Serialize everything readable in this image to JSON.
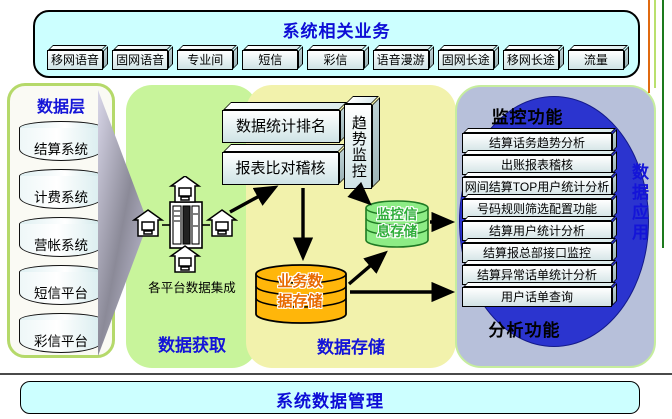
{
  "top_banner": {
    "title": "系统相关业务",
    "services": [
      "移网语音",
      "固网语音",
      "专业间",
      "短信",
      "彩信",
      "语音漫游",
      "固网长途",
      "移网长途",
      "流量"
    ]
  },
  "data_layer": {
    "title": "数据层",
    "systems": [
      "结算系统",
      "计费系统",
      "营帐系统",
      "短信平台",
      "彩信平台"
    ]
  },
  "acquisition": {
    "title": "数据获取",
    "integration_label": "各平台数据集成"
  },
  "storage": {
    "title": "数据存储",
    "rank_box": "数据统计排名",
    "audit_box": "报表比对稽核",
    "trend_box": "趋势监控",
    "monitor_store": "监控信息存储",
    "business_store": "业务数据存储"
  },
  "application": {
    "vertical_label": "数据应用",
    "monitor_title": "监控功能",
    "analysis_title": "分析功能",
    "functions": [
      "结算话务趋势分析",
      "出账报表稽核",
      "网间结算TOP用户统计分析",
      "号码规则筛选配置功能",
      "结算用户统计分析",
      "结算报总部接口监控",
      "结算异常话单统计分析",
      "用户话单查询"
    ]
  },
  "bottom_banner": {
    "title": "系统数据管理"
  },
  "colors": {
    "banner_bg": "#ccffff",
    "accent_blue": "#1414d8",
    "panel_green": "#c8f49b",
    "panel_yellow": "#f2f2ac",
    "panel_gray": "#b7c0da",
    "ellipse_blue": "#2b34cf",
    "cylinder_orange": "#ffb60a",
    "cylinder_green": "#8dec85"
  }
}
